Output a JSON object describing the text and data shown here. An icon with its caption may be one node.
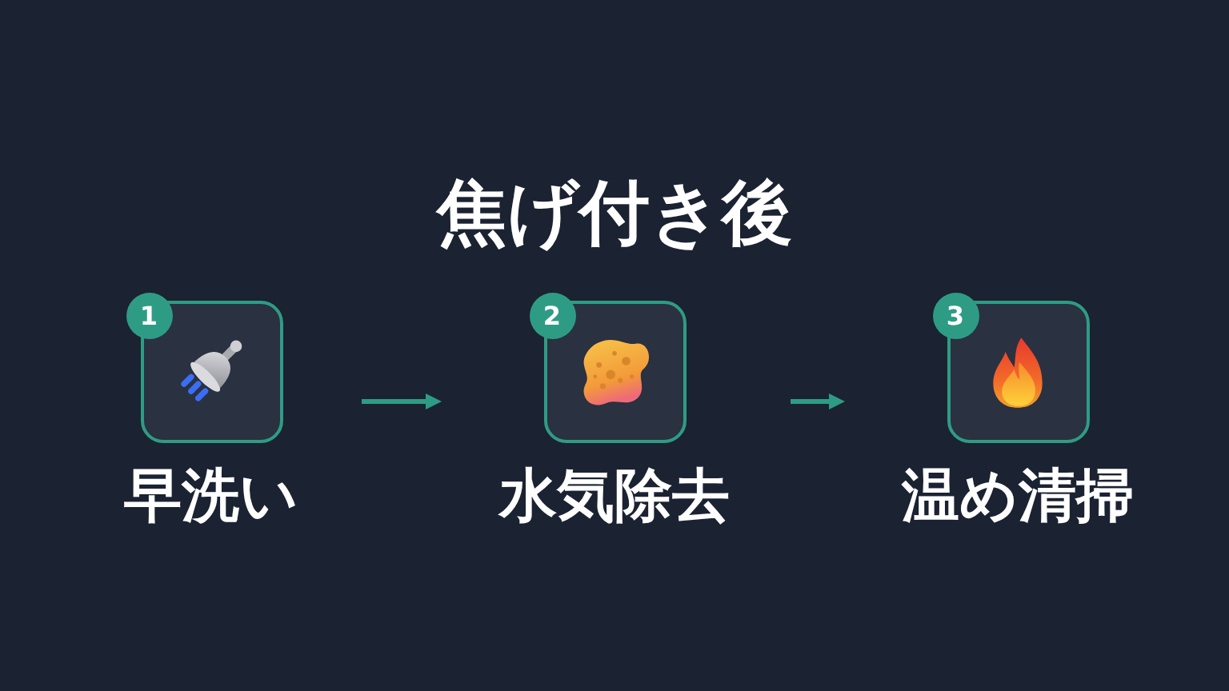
{
  "diagram": {
    "title": "焦げ付き後",
    "nodes": [
      {
        "text": [
          "1",
          "早洗い"
        ]
      },
      {
        "text": [
          "2",
          "水気除去"
        ]
      },
      {
        "text": [
          "3",
          "温め清掃"
        ]
      }
    ],
    "edges": [
      {
        "from": 0,
        "to": 1,
        "arrow": "to"
      },
      {
        "from": 1,
        "to": 2,
        "arrow": "to"
      }
    ]
  }
}
